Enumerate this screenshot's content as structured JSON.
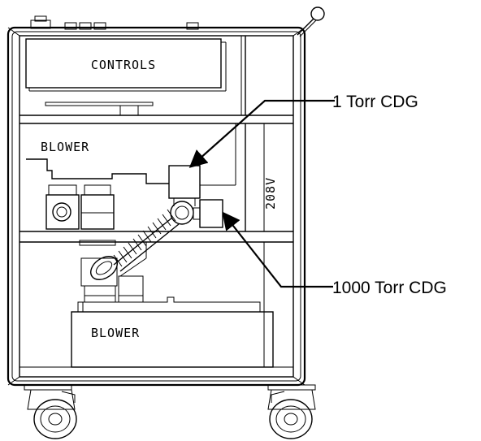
{
  "labels": {
    "controls": "CONTROLS",
    "blower_top": "BLOWER",
    "blower_bottom": "BLOWER",
    "voltage": "208V"
  },
  "callouts": {
    "gauge_1_torr": "1 Torr CDG",
    "gauge_1000_torr": "1000 Torr CDG"
  },
  "colors": {
    "line": "#000000",
    "background": "#ffffff"
  }
}
